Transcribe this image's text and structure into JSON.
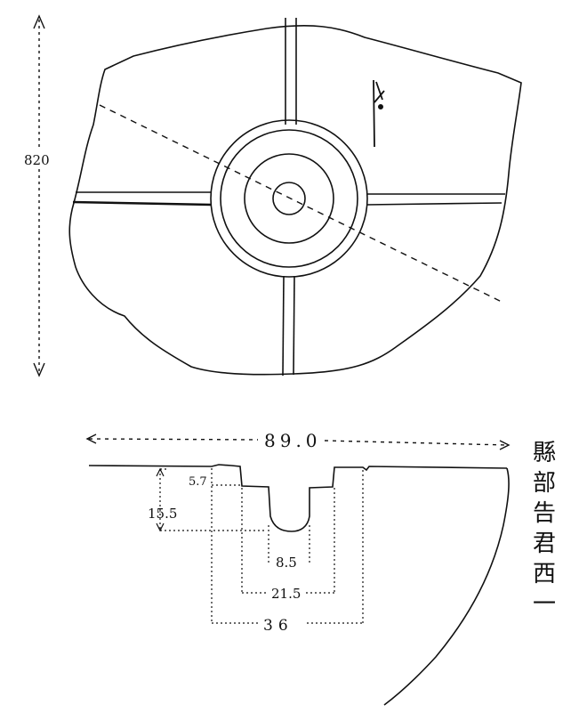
{
  "plan_view": {
    "height_label": "820",
    "mark": "卜"
  },
  "section_view": {
    "width_label": "89.0",
    "dims": {
      "step": "5.7",
      "depth": "15.5",
      "hole": "8.5",
      "middle_ring": "21.5",
      "outer_ring": "36"
    }
  },
  "inscription": [
    "縣",
    "部",
    "告",
    "君",
    "西",
    "一"
  ],
  "colors": {
    "ink": "#111111",
    "paper": "#ffffff"
  }
}
